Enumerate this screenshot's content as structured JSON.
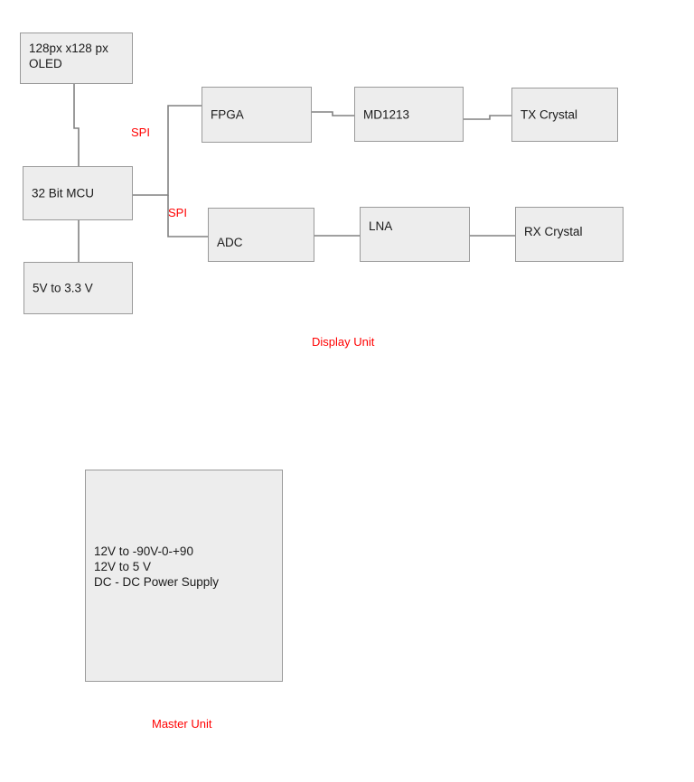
{
  "diagram": {
    "title_captions": [
      {
        "name": "display-unit",
        "text": "Display Unit"
      },
      {
        "name": "master-unit",
        "text": "Master Unit"
      }
    ],
    "accent_color": "#ff0000",
    "box_fill": "#ededed",
    "box_border": "#9a9a9a",
    "wire_color": "#808080",
    "nodes": {
      "oled": "128px x128 px\nOLED",
      "mcu": "32 Bit MCU",
      "regulator": "5V to 3.3 V",
      "fpga": "FPGA",
      "md1213": "MD1213",
      "tx_crystal": "TX Crystal",
      "adc": "ADC",
      "lna": "LNA",
      "rx_crystal": "RX Crystal",
      "power_supply": "12V to -90V-0-+90\n12V to 5 V\nDC - DC Power Supply"
    },
    "bus_labels": {
      "spi_top": "SPI",
      "spi_bottom": "SPI"
    },
    "captions": {
      "display_unit": "Display Unit",
      "master_unit": "Master Unit"
    }
  }
}
